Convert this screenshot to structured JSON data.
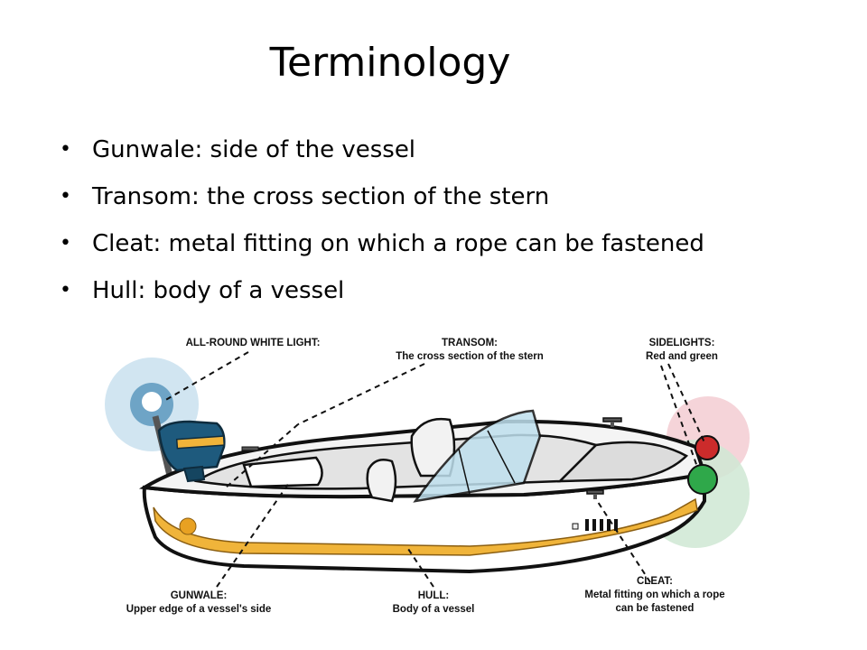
{
  "slide": {
    "title": "Terminology",
    "bullets": [
      "Gunwale: side of the vessel",
      "Transom: the cross section of the stern",
      "Cleat: metal fitting on which a rope can be fastened",
      "Hull: body of a vessel"
    ],
    "bullet_glyph": "•"
  },
  "diagram": {
    "callouts": {
      "all_round_light": {
        "heading": "ALL-ROUND WHITE LIGHT:",
        "desc": ""
      },
      "transom": {
        "heading": "TRANSOM:",
        "desc": "The cross section of the stern"
      },
      "sidelights": {
        "heading": "SIDELIGHTS:",
        "desc": "Red and green"
      },
      "gunwale": {
        "heading": "GUNWALE:",
        "desc": "Upper edge of a vessel's side"
      },
      "hull": {
        "heading": "HULL:",
        "desc": "Body of a vessel"
      },
      "cleat": {
        "heading": "CLEAT:",
        "desc": "Metal fitting on which a rope can be fastened",
        "desc_line1": "Metal fitting on which a rope",
        "desc_line2": "can be fastened"
      }
    },
    "colors": {
      "hull_stripe": "#f0b43a",
      "white_light_glow": "#b8d6ea",
      "red_light": "#cc2b2b",
      "green_light": "#2fa84a",
      "motor": "#1e5a7d",
      "windshield": "#bfe0ee"
    }
  }
}
